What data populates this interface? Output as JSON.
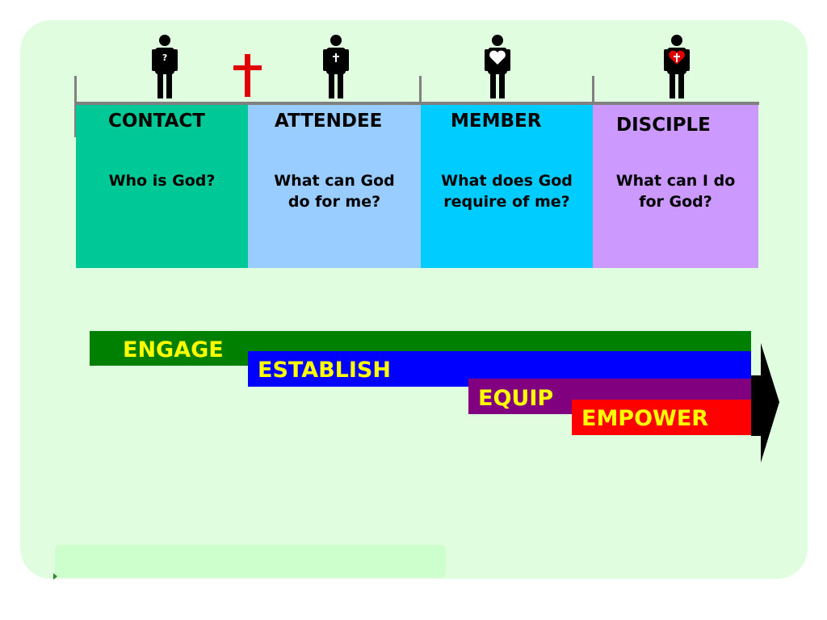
{
  "stages": [
    {
      "title": "CONTACT",
      "question": "Who is God?",
      "color": "#00c896",
      "figure_badge": "?"
    },
    {
      "title": "ATTENDEE",
      "question": "What can God\ndo for me?",
      "color": "#99ccff",
      "figure_badge": "cross"
    },
    {
      "title": "MEMBER",
      "question": "What does God\nrequire of me?",
      "color": "#00ccff",
      "figure_badge": "heart"
    },
    {
      "title": "DISCIPLE",
      "question": "What can I do\nfor God?",
      "color": "#cc99ff",
      "figure_badge": "heart-cross"
    }
  ],
  "cross_color": "#e00000",
  "progress_bars": [
    {
      "label": "ENGAGE",
      "color": "#008000"
    },
    {
      "label": "ESTABLISH",
      "color": "#0000ff"
    },
    {
      "label": "EQUIP",
      "color": "#800080"
    },
    {
      "label": "EMPOWER",
      "color": "#ff0000"
    }
  ],
  "label_color": "#ffff00",
  "arrow_color": "#000000",
  "panel_color": "#e0fde0"
}
